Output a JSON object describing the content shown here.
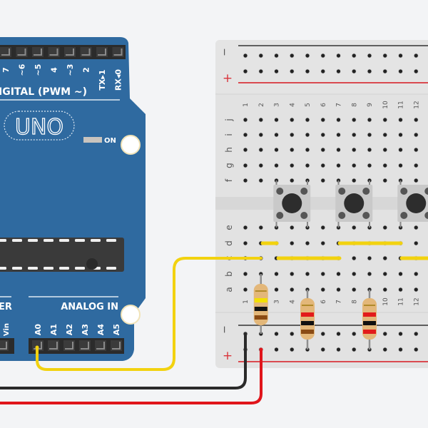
{
  "arduino": {
    "board_label": "UNO",
    "digital_label": "IGITAL (PWM ~)",
    "digital_pins": [
      "7",
      "~6",
      "~5",
      "4",
      "~3",
      "2",
      "TX▸1",
      "RX◂0"
    ],
    "power_led_label": "ON",
    "power_label": "ER",
    "power_pins": [
      "Vin"
    ],
    "analog_label": "ANALOG IN",
    "analog_pins": [
      "A0",
      "A1",
      "A2",
      "A3",
      "A4",
      "A5"
    ],
    "colors": {
      "board": "#2f6aa0",
      "header": "#2b2b2b",
      "chip": "#3a3a3a"
    }
  },
  "breadboard": {
    "rail_top_minus": "−",
    "rail_top_plus": "+",
    "rail_bottom_minus": "−",
    "rail_bottom_plus": "+",
    "column_numbers": [
      "1",
      "2",
      "3",
      "4",
      "5",
      "6",
      "7",
      "8",
      "9",
      "10",
      "11",
      "12"
    ],
    "rows_top": [
      "j",
      "i",
      "h",
      "g",
      "f"
    ],
    "rows_bottom": [
      "e",
      "d",
      "c",
      "b",
      "a"
    ],
    "colors": {
      "body": "#e2e2e2",
      "rail_red": "#d9343b",
      "rail_black": "#333333"
    }
  },
  "components": {
    "pushbuttons": [
      {
        "name": "pushbutton-1",
        "cols": [
          3,
          5
        ]
      },
      {
        "name": "pushbutton-2",
        "cols": [
          7,
          9
        ]
      },
      {
        "name": "pushbutton-3",
        "cols": [
          11,
          13
        ]
      }
    ],
    "resistors": [
      {
        "name": "resistor-1",
        "bands": [
          "#f2e000",
          "#111111",
          "#8a4b14"
        ]
      },
      {
        "name": "resistor-2",
        "bands": [
          "#e21b1b",
          "#111111",
          "#8a4b14"
        ]
      },
      {
        "name": "resistor-3",
        "bands": [
          "#e21b1b",
          "#111111",
          "#e21b1b"
        ]
      },
      {
        "name": "resistor-4",
        "bands": [
          "#e21b1b",
          "#111111",
          "#f08a00"
        ]
      }
    ]
  },
  "wires": [
    {
      "name": "wire-a0-signal",
      "color": "#f2d20f"
    },
    {
      "name": "wire-ground",
      "color": "#2a2a2a"
    },
    {
      "name": "wire-power",
      "color": "#e0151b"
    }
  ]
}
